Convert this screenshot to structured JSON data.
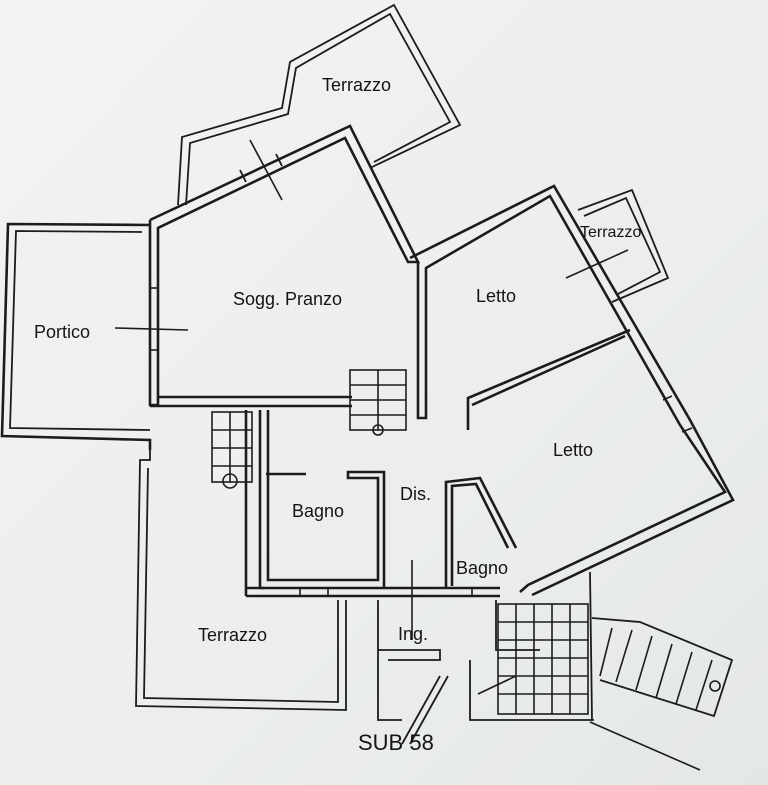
{
  "plan": {
    "rooms": {
      "terrazzo_top": "Terrazzo",
      "terrazzo_small": "Terrazzo",
      "soggiorno": "Sogg. Pranzo",
      "portico": "Portico",
      "letto_upper": "Letto",
      "letto_lower": "Letto",
      "bagno_left": "Bagno",
      "disimpegno": "Dis.",
      "bagno_right": "Bagno",
      "terrazzo_bottom": "Terrazzo",
      "ingresso": "Ing."
    },
    "unit_label": "SUB 58"
  },
  "colors": {
    "paper": "#eef0f0",
    "ink": "#1c1c1c"
  }
}
